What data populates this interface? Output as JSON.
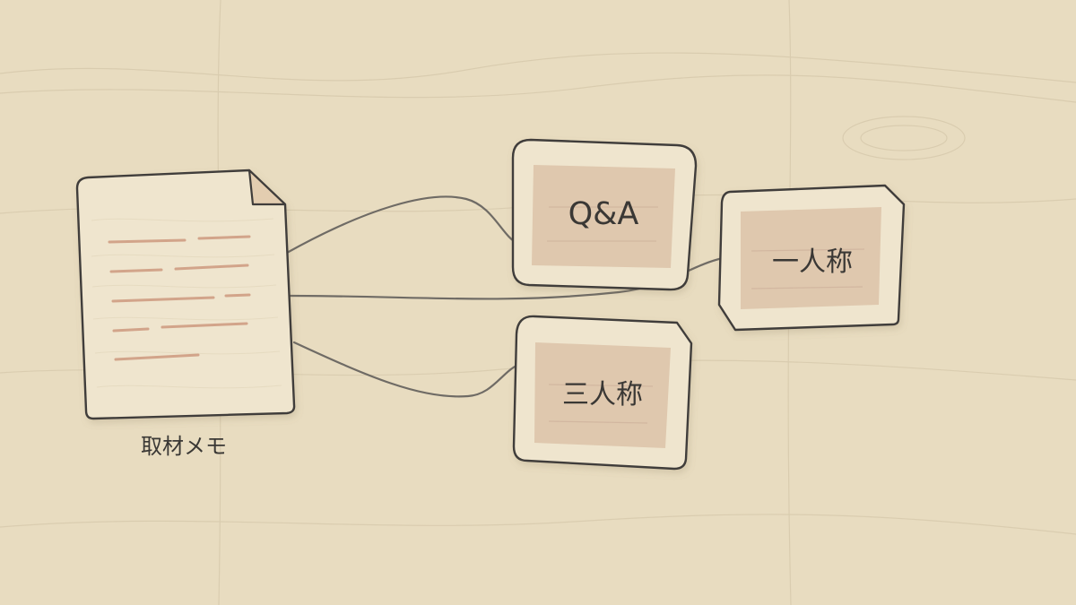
{
  "diagram": {
    "source_document": {
      "label": "取材メモ"
    },
    "outputs": [
      {
        "id": "qa",
        "label": "Q&A"
      },
      {
        "id": "first-person",
        "label": "一人称"
      },
      {
        "id": "third-person",
        "label": "三人称"
      }
    ]
  },
  "colors": {
    "background": "#e8dcc0",
    "paper": "#efe5ce",
    "card_inner": "#dfc8ae",
    "outline": "#3f3d3a",
    "connector": "#6f6b65",
    "memo_lines": "#d2a48a",
    "text": "#3a3835"
  }
}
